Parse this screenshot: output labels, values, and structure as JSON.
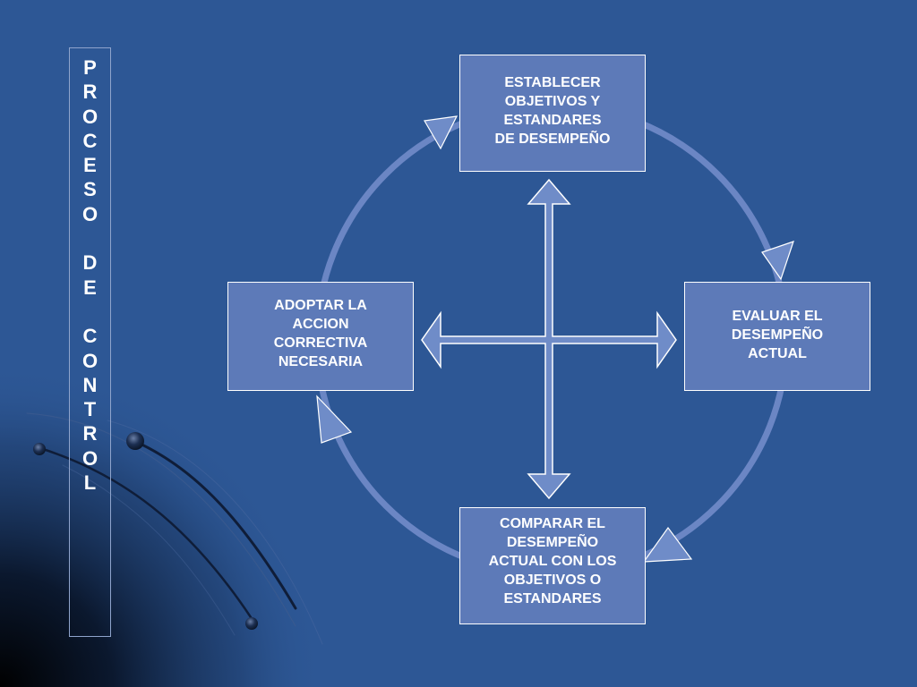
{
  "title_letters": "P\nR\nO\nC\nE\nS\nO\n \nD\nE\n \nC\nO\nN\nT\nR\nO\nL",
  "steps": {
    "top": "ESTABLECER\nOBJETIVOS Y\nESTANDARES\nDE DESEMPEÑO",
    "right": "EVALUAR EL\nDESEMPEÑO\nACTUAL",
    "bottom": "COMPARAR EL\nDESEMPEÑO\nACTUAL CON LOS\nOBJETIVOS O\nESTANDARES",
    "left": "ADOPTAR LA\nACCION\nCORRECTIVA\nNECESARIA"
  },
  "colors": {
    "background": "#2d5795",
    "box_fill": "#5d7ab8",
    "cycle_ring": "#6b86c4",
    "arrow_fill": "#6f8cc8",
    "text": "#ffffff"
  },
  "icons": [
    "cycle-arrowhead-icon",
    "double-headed-cross-arrow-icon"
  ]
}
